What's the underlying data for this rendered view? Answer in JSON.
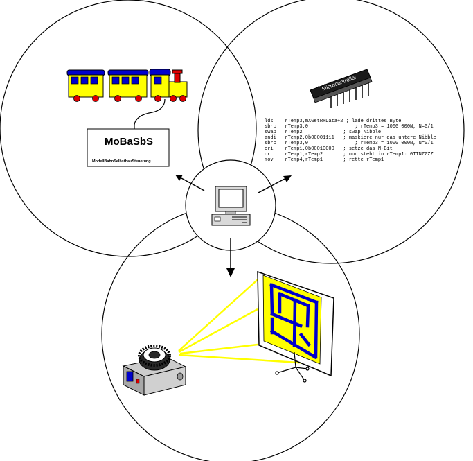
{
  "mobasbs": {
    "title": "MoBaSbS",
    "subtitle": "ModellBahnSelbstbauSteuerung"
  },
  "chip": {
    "label": "Microcontroller"
  },
  "code_lines": [
    "lds    rTemp3,mXGetRxData+2 ; lade drittes Byte",
    "sbrc   rTemp3,0                ; rTemp3 = 1000 000N, N=0/1",
    "swap   rTemp2              ; swap Nibble",
    "andi   rTemp2,0b00001111   ; maskiere nur das untere Nibble",
    "sbrc   rTemp3,0                ; rTemp3 = 1000 000N, N=0/1",
    "ori    rTemp1,0b00010000   ; setze das N-Bit",
    "or     rTemp1,rTemp2       ; nun steht in rTemp1: 0TTNZZZZ",
    "mov    rTemp4,rTemp1       ; rette rTemp1"
  ],
  "colors": {
    "train_body": "#FFFF00",
    "train_roof": "#0000CC",
    "wheels": "#DD0000",
    "projector_beam": "#FFFF00",
    "screen_pattern": "#0000CC"
  },
  "icons": [
    "train-icon",
    "microcontroller-icon",
    "computer-icon",
    "projector-icon",
    "screen-icon"
  ]
}
